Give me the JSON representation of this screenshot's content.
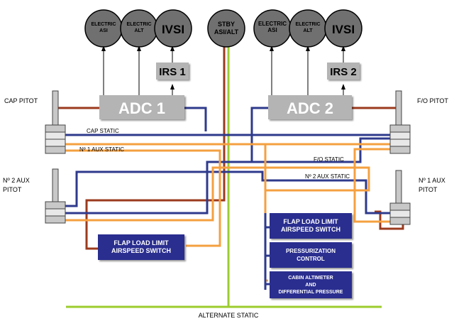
{
  "instruments": {
    "left_electric_asi": "ELECTRIC\nASI",
    "left_electric_alt": "ELECTRIC\nALT",
    "left_ivsi": "IVSI",
    "stby": "STBY\nASI/ALT",
    "right_electric_asi": "ELECTRIC\nASI",
    "right_electric_alt": "ELECTRIC\nALT",
    "right_ivsi": "IVSI"
  },
  "units": {
    "irs1": "IRS 1",
    "irs2": "IRS 2",
    "adc1": "ADC 1",
    "adc2": "ADC 2"
  },
  "probes": {
    "cap_pitot": "CAP PITOT",
    "fo_pitot": "F/O PITOT",
    "no2_aux_pitot": "Nº 2 AUX\nPITOT",
    "no1_aux_pitot": "Nº 1 AUX\nPITOT"
  },
  "lines": {
    "cap_static": "CAP STATIC",
    "no1_aux_static": "Nº 1 AUX STATIC",
    "fo_static": "F/O STATIC",
    "no2_aux_static": "Nº 2 AUX STATIC",
    "alternate_static": "ALTERNATE STATIC"
  },
  "switches": {
    "flap_left": "FLAP LOAD LIMIT\nAIRSPEED SWITCH",
    "flap_right": "FLAP LOAD LIMIT\nAIRSPEED SWITCH",
    "pressurization": "PRESSURIZATION\nCONTROL",
    "cabin_alt": "CABIN ALTIMETER\nAND\nDIFFERENTIAL PRESSURE"
  },
  "colors": {
    "pitot_line": "#9b3a1e",
    "static_line_blue": "#2e3a8c",
    "static_line_orange": "#f4a040",
    "alternate_static": "#9ccc2e",
    "instrument_fill": "#707070",
    "adc_fill": "#b4b4b4",
    "switch_fill": "#2b2f8f"
  }
}
